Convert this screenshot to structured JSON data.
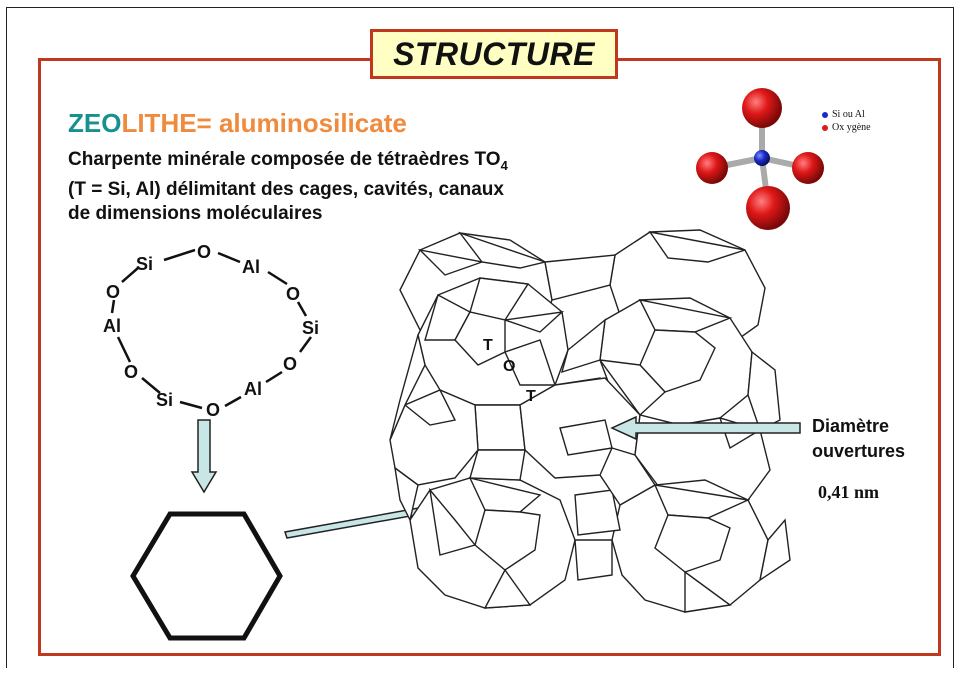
{
  "title": "STRUCTURE",
  "heading": {
    "part1": "ZEO",
    "part2": "LITHE= aluminosilicate"
  },
  "description": {
    "line1_main": "Charpente minérale composée de tétraèdres TO",
    "line1_sub": "4",
    "line2": "(T = Si, Al) délimitant des cages, cavités, canaux",
    "line3": "de dimensions moléculaires"
  },
  "legend": [
    {
      "label": "Si ou Al",
      "color": "#1a2cc8"
    },
    {
      "label": "Ox ygène",
      "color": "#e01a1a"
    }
  ],
  "ring": {
    "atoms": [
      "Si",
      "O",
      "Al",
      "O",
      "Si",
      "O",
      "Al",
      "O",
      "Si",
      "O",
      "Al",
      "O"
    ]
  },
  "framework_labels": {
    "t1": "T",
    "o": "O",
    "t2": "T"
  },
  "aperture": {
    "line1": "Diamètre",
    "line2": "ouvertures",
    "value": "0,41 nm"
  },
  "colors": {
    "frame": "#c0381d",
    "title_bg": "#ffffc4",
    "teal": "#16918f",
    "orange": "#f08a3c",
    "arrow_fill": "#c9e6e6",
    "oxygen": "#d81a1a",
    "silicon": "#1a2cc8"
  }
}
